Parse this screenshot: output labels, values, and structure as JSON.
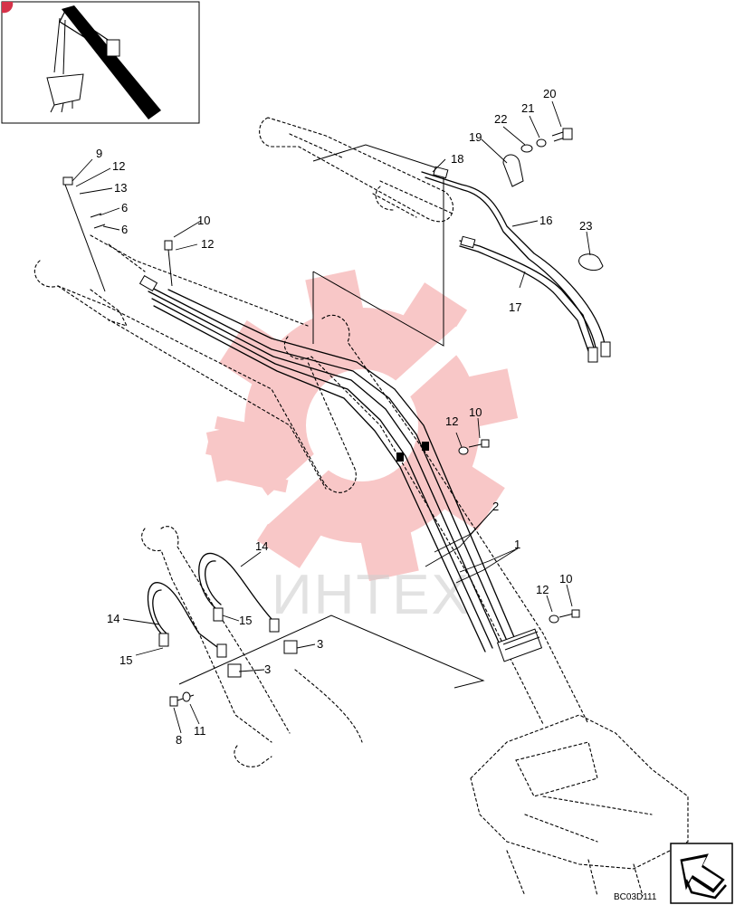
{
  "diagram_code": "BC03D111",
  "watermark_text": "ИНТЕХ",
  "colors": {
    "ink": "#000000",
    "watermark_gear": "#e8393a",
    "watermark_text": "#cfcfcf",
    "corner_badge": "#d6334a"
  },
  "icons": {
    "thumbnail": "excavator-arm-thumbnail-icon",
    "orientation": "direction-arrow-icon",
    "watermark": "gear-logo-icon"
  },
  "callouts": [
    {
      "id": "c20",
      "label": "20"
    },
    {
      "id": "c21",
      "label": "21"
    },
    {
      "id": "c22",
      "label": "22"
    },
    {
      "id": "c19",
      "label": "19"
    },
    {
      "id": "c18",
      "label": "18"
    },
    {
      "id": "c16",
      "label": "16"
    },
    {
      "id": "c23",
      "label": "23"
    },
    {
      "id": "c17",
      "label": "17"
    },
    {
      "id": "c9",
      "label": "9"
    },
    {
      "id": "c12a",
      "label": "12"
    },
    {
      "id": "c13",
      "label": "13"
    },
    {
      "id": "c6a",
      "label": "6"
    },
    {
      "id": "c6b",
      "label": "6"
    },
    {
      "id": "c10a",
      "label": "10"
    },
    {
      "id": "c12b",
      "label": "12"
    },
    {
      "id": "c12c",
      "label": "12"
    },
    {
      "id": "c10b",
      "label": "10"
    },
    {
      "id": "c2",
      "label": "2"
    },
    {
      "id": "c1",
      "label": "1"
    },
    {
      "id": "c12d",
      "label": "12"
    },
    {
      "id": "c10c",
      "label": "10"
    },
    {
      "id": "c14a",
      "label": "14"
    },
    {
      "id": "c14b",
      "label": "14"
    },
    {
      "id": "c15a",
      "label": "15"
    },
    {
      "id": "c15b",
      "label": "15"
    },
    {
      "id": "c3a",
      "label": "3"
    },
    {
      "id": "c3b",
      "label": "3"
    },
    {
      "id": "c8",
      "label": "8"
    },
    {
      "id": "c11",
      "label": "11"
    }
  ]
}
